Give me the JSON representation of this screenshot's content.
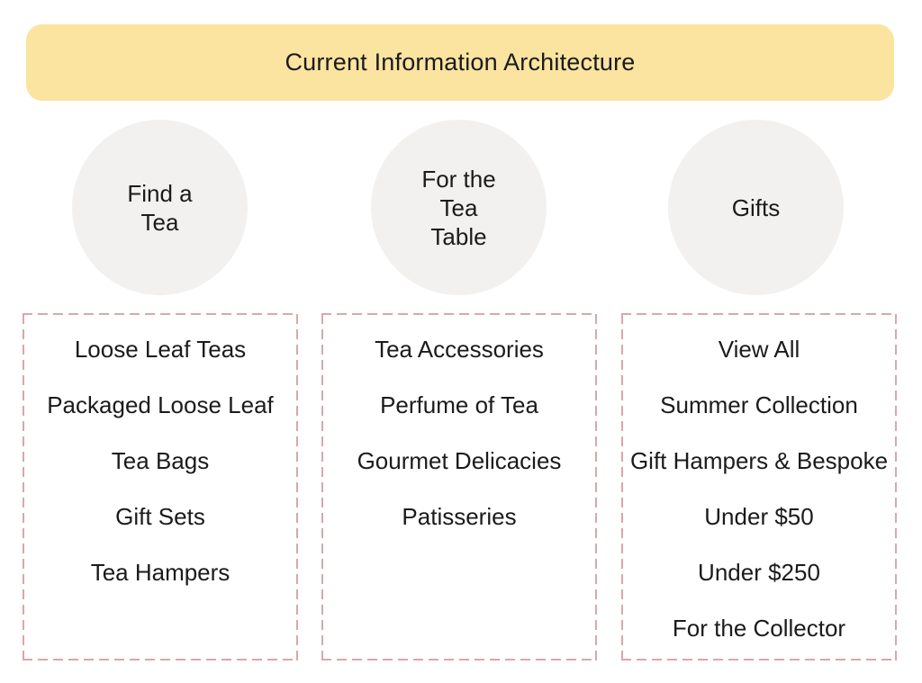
{
  "title": "Current Information Architecture",
  "colors": {
    "banner_bg": "#FAE4A0",
    "circle_bg": "#F2F1EF",
    "box_border": "#D9A7AC",
    "text": "#1B1B1B",
    "background": "#FFFFFF"
  },
  "columns": [
    {
      "id": "find-a-tea",
      "circle_lines": [
        "Find a",
        "Tea"
      ],
      "items": [
        "Loose Leaf Teas",
        "Packaged Loose Leaf",
        "Tea Bags",
        "Gift Sets",
        "Tea Hampers"
      ]
    },
    {
      "id": "for-the-tea-table",
      "circle_lines": [
        "For the",
        "Tea",
        "Table"
      ],
      "items": [
        "Tea Accessories",
        "Perfume of Tea",
        "Gourmet Delicacies",
        "Patisseries"
      ]
    },
    {
      "id": "gifts",
      "circle_lines": [
        "Gifts"
      ],
      "items": [
        "View All",
        "Summer Collection",
        "Gift Hampers & Bespoke",
        "Under $50",
        "Under $250",
        "For the Collector"
      ]
    }
  ]
}
